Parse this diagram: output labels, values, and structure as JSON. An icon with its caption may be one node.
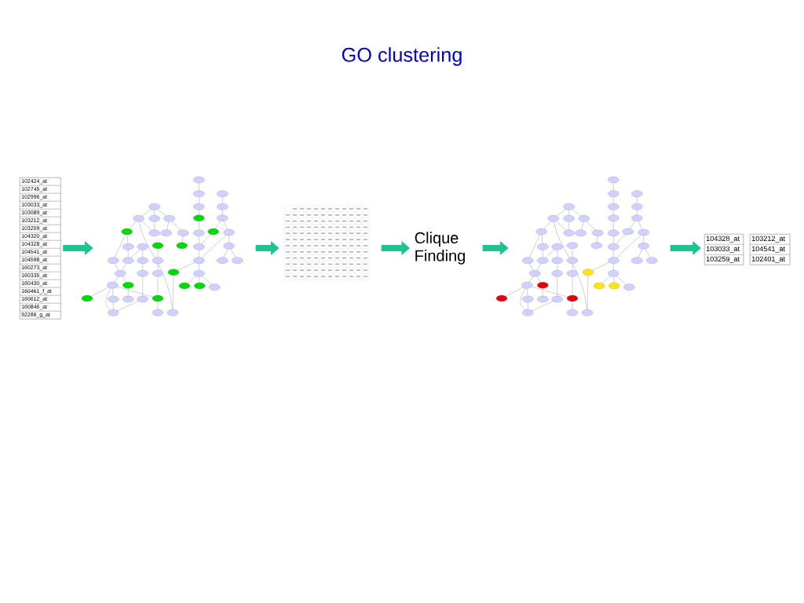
{
  "diagram": {
    "title": "GO clustering",
    "nodes": [
      {
        "text": [
          "102424_at",
          "102745_at",
          "102996_at",
          "103033_at",
          "103089_at",
          "103212_at",
          "103259_at",
          "104320_at",
          "104328_at",
          "104541_at",
          "104598_at",
          "160273_at",
          "160335_at",
          "160430_at",
          "160461_f_at",
          "160612_at",
          "160846_at",
          "92286_g_at"
        ]
      },
      {
        "text": [],
        "shape": "picture"
      },
      {
        "text": [],
        "shape": "picture"
      },
      {
        "text": [
          "Clique Finding"
        ]
      },
      {
        "text": [],
        "shape": "picture"
      },
      {
        "text": [
          "104328_at",
          "103033_at",
          "103259_at"
        ]
      },
      {
        "text": [
          "103212_at",
          "104541_at",
          "102401_at"
        ]
      }
    ],
    "edges": [
      {
        "from": 0,
        "to": 1,
        "arrow": "to"
      },
      {
        "from": 1,
        "to": 2,
        "arrow": "to"
      },
      {
        "from": 2,
        "to": 3,
        "arrow": "to"
      },
      {
        "from": 3,
        "to": 4,
        "arrow": "to"
      },
      {
        "from": 4,
        "to": 5,
        "arrow": "to"
      }
    ]
  }
}
